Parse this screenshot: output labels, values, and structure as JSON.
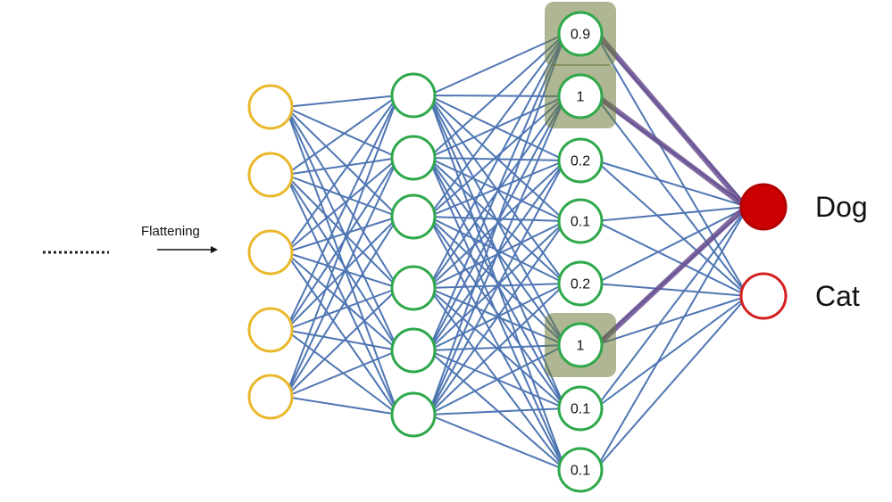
{
  "flatten": {
    "label": "Flattening"
  },
  "layers": {
    "input_count": 5,
    "hidden1_count": 6,
    "hidden2_values": [
      "0.9",
      "1",
      "0.2",
      "0.1",
      "0.2",
      "1",
      "0.1",
      "0.1"
    ],
    "hidden2_highlighted": [
      0,
      1,
      5
    ]
  },
  "outputs": [
    {
      "label": "Dog",
      "active": true
    },
    {
      "label": "Cat",
      "active": false
    }
  ],
  "colors": {
    "input_node": "#e9b82b",
    "hidden_node": "#2ea84a",
    "output_node": "#cc0000",
    "edge": "#4f76b3",
    "highlight_edge": "#6a4f8f",
    "glow": "#6b7a3a"
  }
}
